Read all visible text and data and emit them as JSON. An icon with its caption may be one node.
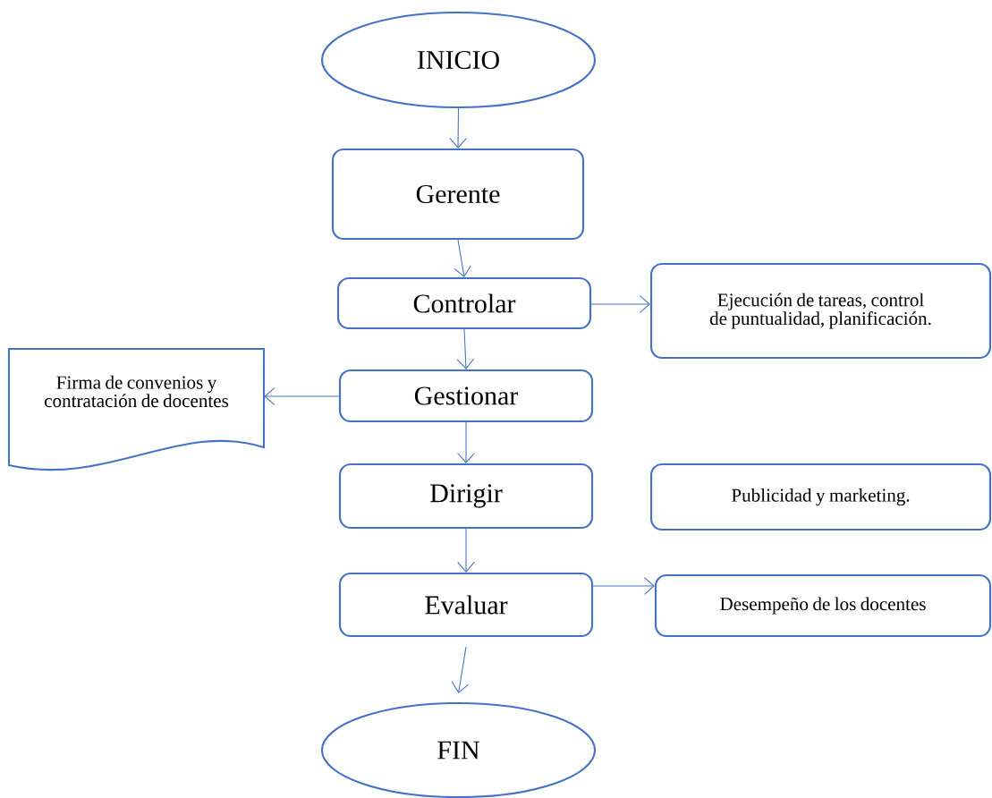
{
  "diagram": {
    "nodes": [
      {
        "text": [
          "INICIO"
        ]
      },
      {
        "text": [
          "Gerente"
        ]
      },
      {
        "text": [
          "Controlar"
        ]
      },
      {
        "text": [
          "Ejecución de tareas, control de puntualidad, planificación."
        ]
      },
      {
        "text": [
          "Firma de convenios y contratación de docentes"
        ]
      },
      {
        "text": [
          "Gestionar"
        ]
      },
      {
        "text": [
          "Dirigir"
        ]
      },
      {
        "text": [
          "Publicidad y marketing."
        ]
      },
      {
        "text": [
          "Evaluar"
        ]
      },
      {
        "text": [
          "Desempeño de los docentes"
        ]
      },
      {
        "text": [
          "FIN"
        ]
      }
    ],
    "edges": [
      {
        "from": 0,
        "to": 1,
        "arrow": "to"
      },
      {
        "from": 1,
        "to": 2,
        "arrow": "to"
      },
      {
        "from": 2,
        "to": 3,
        "arrow": "to"
      },
      {
        "from": 2,
        "to": 5,
        "arrow": "to"
      },
      {
        "from": 5,
        "to": 4,
        "arrow": "to"
      },
      {
        "from": 5,
        "to": 6,
        "arrow": "to"
      },
      {
        "from": 6,
        "to": 8,
        "arrow": "to"
      },
      {
        "from": 8,
        "to": 9,
        "arrow": "to"
      },
      {
        "from": 8,
        "to": 10,
        "arrow": "to"
      }
    ]
  }
}
